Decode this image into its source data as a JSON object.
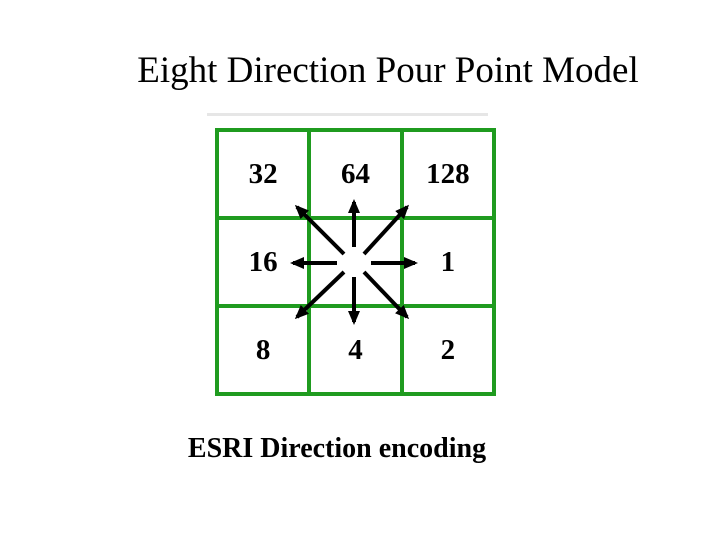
{
  "slide": {
    "title": "Eight Direction Pour Point Model",
    "caption": "ESRI Direction encoding",
    "grid": {
      "rows": [
        [
          "32",
          "64",
          "128"
        ],
        [
          "16",
          "",
          "1"
        ],
        [
          "8",
          "4",
          "2"
        ]
      ]
    },
    "arrows": {
      "directions": [
        "N",
        "NE",
        "E",
        "SE",
        "S",
        "SW",
        "W",
        "NW"
      ],
      "meaning": "flow direction encoding arrows radiating from center cell"
    },
    "colors": {
      "grid_green": "#1f9b1f",
      "arrow_black": "#000000",
      "text_black": "#000000",
      "background": "#ffffff",
      "faint_line_gray": "#e6e6e6"
    }
  }
}
